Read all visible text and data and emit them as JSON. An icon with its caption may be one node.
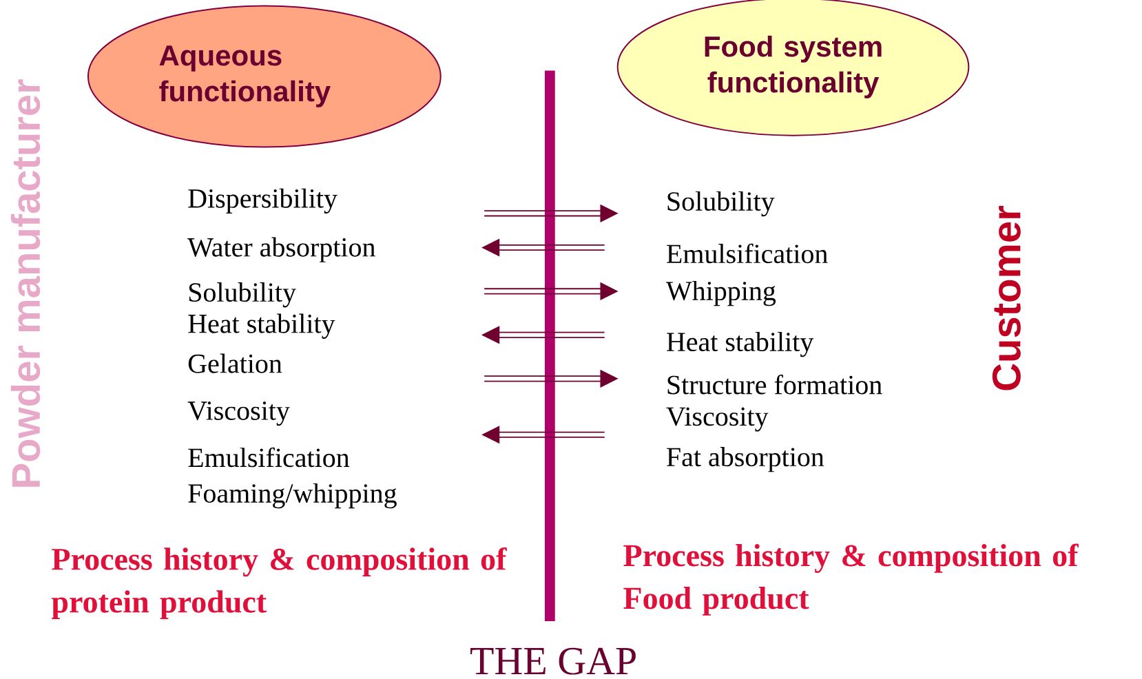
{
  "diagram": {
    "nodes": [
      {
        "text": [
          "Aqueous functionality"
        ]
      },
      {
        "text": [
          "Food system functionality"
        ]
      }
    ],
    "labels": [
      "Dispersibility",
      "Water absorption",
      "Solubility",
      "Heat stability",
      "Gelation",
      "Viscosity",
      "Emulsification",
      "Foaming/whipping",
      "Solubility",
      "Emulsification",
      "Whipping",
      "Heat stability",
      "Structure formation",
      "Viscosity",
      "Fat absorption",
      "Powder manufacturer",
      "Customer",
      "Process history & composition of protein product",
      "Process history & composition of Food product",
      "THE GAP"
    ]
  }
}
